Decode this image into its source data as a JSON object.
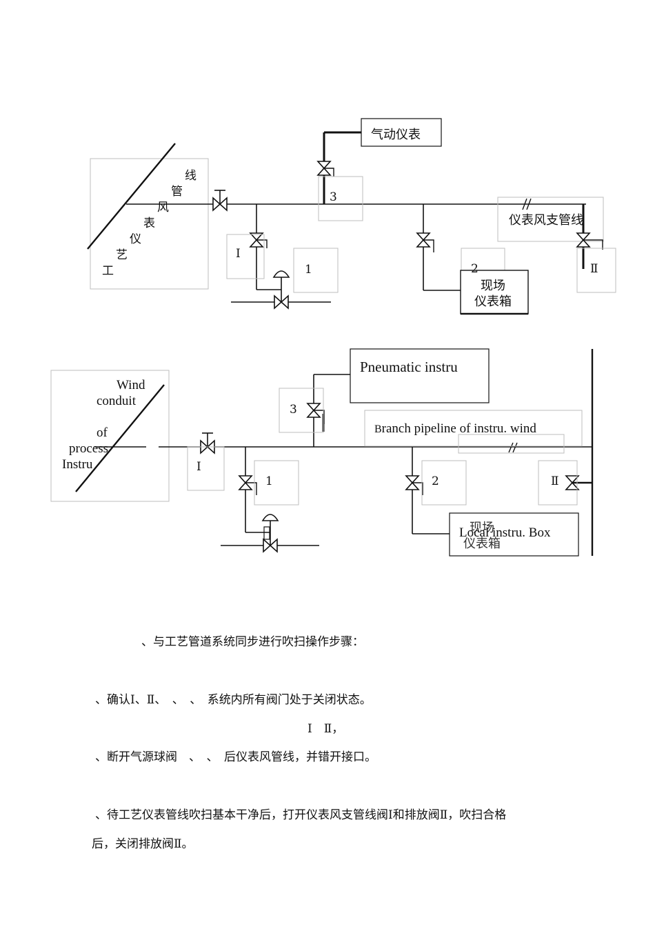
{
  "diagram_cn": {
    "title_box": "气动仪表",
    "branch_label": "仪表风支管线",
    "local_box_line1": "现场",
    "local_box_line2": "仪表箱",
    "vertical_label": [
      "线",
      "管",
      "风",
      "表",
      "仪",
      "艺",
      "工"
    ],
    "labels": {
      "n1": "1",
      "n2": "2",
      "n3": "3",
      "roman1": "Ⅰ",
      "roman2": "Ⅱ"
    }
  },
  "diagram_en": {
    "pneumatic_box": "Pneumatic instru",
    "branch_label_first": "B",
    "branch_label_rest": "ranch pipeline of instru. wind",
    "local_box": "Local instru. Box",
    "local_box_overlap_cn_line1": "现场",
    "local_box_overlap_cn_line2": "仪表箱",
    "left_lines": [
      "Wind",
      "conduit",
      "of",
      "process",
      "Instru"
    ],
    "labels": {
      "n1": "1",
      "n2": "2",
      "n3": "3",
      "roman1": "Ⅰ",
      "roman2": "Ⅱ"
    }
  },
  "text": {
    "heading": "、与工艺管道系统同步进行吹扫操作步骤：",
    "step1": "、确认Ⅰ、Ⅱ、　、　、　系统内所有阀门处于关闭状态。",
    "step2_sup": "Ⅰ　Ⅱ，",
    "step2": "、断开气源球阀　、　、　后仪表风管线，并错开接口。",
    "step3_line1": "、待工艺仪表管线吹扫基本干净后，打开仪表风支管线阀Ⅰ和排放阀Ⅱ，吹扫合格",
    "step3_line2": "后，关闭排放阀Ⅱ。"
  }
}
